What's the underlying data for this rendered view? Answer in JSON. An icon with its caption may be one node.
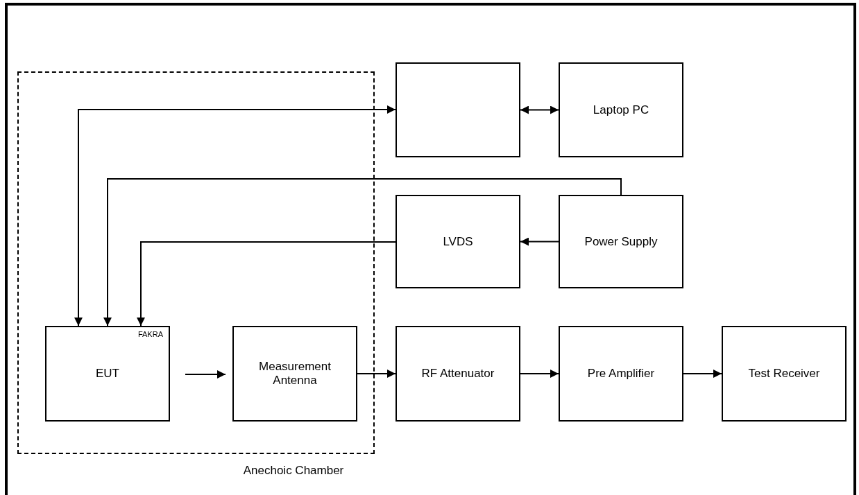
{
  "diagram": {
    "nodes": [
      {
        "text": [
          "Anechoic Chamber"
        ]
      },
      {
        "text": [],
        "shape": "box"
      },
      {
        "text": [
          "Laptop PC"
        ]
      },
      {
        "text": [
          "LVDS"
        ]
      },
      {
        "text": [
          "Power Supply"
        ]
      },
      {
        "text": [
          "FAKRA",
          "EUT"
        ],
        "in": 0
      },
      {
        "text": [
          "Measurement Antenna"
        ],
        "in": 0
      },
      {
        "text": [
          "RF Attenuator"
        ]
      },
      {
        "text": [
          "Pre Amplifier"
        ]
      },
      {
        "text": [
          "Test Receiver"
        ]
      }
    ],
    "edges": [
      {
        "from": 5,
        "to": 1,
        "arrow": "both"
      },
      {
        "from": 1,
        "to": 2,
        "arrow": "both"
      },
      {
        "from": 4,
        "to": 5,
        "arrow": "to"
      },
      {
        "from": 4,
        "to": 3,
        "arrow": "to"
      },
      {
        "from": 3,
        "to": 5,
        "arrow": "to"
      },
      {
        "from": 5,
        "to": 6,
        "arrow": "to"
      },
      {
        "from": 6,
        "to": 7,
        "arrow": "to"
      },
      {
        "from": 7,
        "to": 8,
        "arrow": "to"
      },
      {
        "from": 8,
        "to": 9,
        "arrow": "to"
      }
    ]
  }
}
